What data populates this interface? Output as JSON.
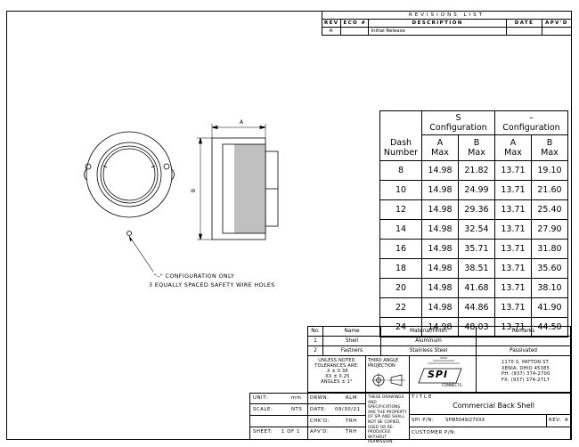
{
  "revision": {
    "title": "REVISIONS LIST",
    "headers": [
      "REV",
      "ECO #",
      "DESCRIPTION",
      "DATE",
      "APV'D"
    ],
    "rows": [
      [
        "A",
        "",
        "Initial Release",
        "",
        ""
      ]
    ]
  },
  "drawing": {
    "dim_a": "A",
    "dim_b": "B",
    "note_line1": "\"–\" CONFIGURATION ONLY",
    "note_line2": "3 EQUALLY SPACED SAFETY WIRE HOLES"
  },
  "dash_table": {
    "col_dash": "Dash\nNumber",
    "config_s": "S\nConfiguration",
    "config_dash": "–\nConfiguration",
    "sub_a": "A\nMax",
    "sub_b": "B\nMax",
    "rows": [
      [
        "8",
        "14.98",
        "21.82",
        "13.71",
        "19.10"
      ],
      [
        "10",
        "14.98",
        "24.99",
        "13.71",
        "21.60"
      ],
      [
        "12",
        "14.98",
        "29.36",
        "13.71",
        "25.40"
      ],
      [
        "14",
        "14.98",
        "32.54",
        "13.71",
        "27.90"
      ],
      [
        "16",
        "14.98",
        "35.71",
        "13.71",
        "31.80"
      ],
      [
        "18",
        "14.98",
        "38.51",
        "13.71",
        "35.60"
      ],
      [
        "20",
        "14.98",
        "41.68",
        "13.71",
        "38.10"
      ],
      [
        "22",
        "14.98",
        "44.86",
        "13.71",
        "41.90"
      ],
      [
        "24",
        "14.98",
        "48.03",
        "13.71",
        "44.50"
      ]
    ]
  },
  "parts_table": {
    "headers": [
      "No.",
      "Name",
      "Material/Finish",
      "Remarks"
    ],
    "rows": [
      [
        "1",
        "Shell",
        "Aluminum",
        ""
      ],
      [
        "2",
        "Fastners",
        "Stainless Steel",
        "Passivated"
      ]
    ]
  },
  "title_block": {
    "tolerances": [
      "UNLESS NOTED",
      "TOLERANCES ARE:",
      ".X  ± 0.38",
      ".XX  ± 0.25",
      "ANGLES  ± 1°"
    ],
    "projection": [
      "THIRD ANGLE",
      "PROJECTION"
    ],
    "logo_text": "SPI",
    "logo_sub": "CONNECTS",
    "address": [
      "1170 S. PATTON ST.",
      "XENIA, OHIO 45385",
      "PH: (937) 374-2700",
      "FX: (937) 374-2717"
    ],
    "unit_label": "UNIT:",
    "unit_value": "mm",
    "scale_label": "SCALE:",
    "scale_value": "NTS",
    "sheet_label": "SHEET:",
    "sheet_value": "1 OF 1",
    "drwn_label": "DRWN:",
    "drwn_value": "RLM",
    "date_label": "DATE:",
    "date_value": "08/30/21",
    "chkd_label": "CHK'D:",
    "chkd_value": "TRH",
    "apvd_label": "APV'D:",
    "apvd_value": "TRH",
    "notice": [
      "THESE DRAWINGS",
      "AND SPECIFICATIONS",
      "ARE THE PROPERTY",
      "OF SPI AND SHALL",
      "NOT BE COPIED,",
      "USED OR RE-",
      "PRODUCED WITHOUT",
      "PERMISSION."
    ],
    "title_label": "TITLE",
    "title_value": "Commercial Back Shell",
    "pn_label": "SPI P/N:",
    "pn_value": "SPI85049/27XXX",
    "rev_label": "REV:",
    "rev_value": "A",
    "customer_label": "CUSTOMER P/N:"
  }
}
